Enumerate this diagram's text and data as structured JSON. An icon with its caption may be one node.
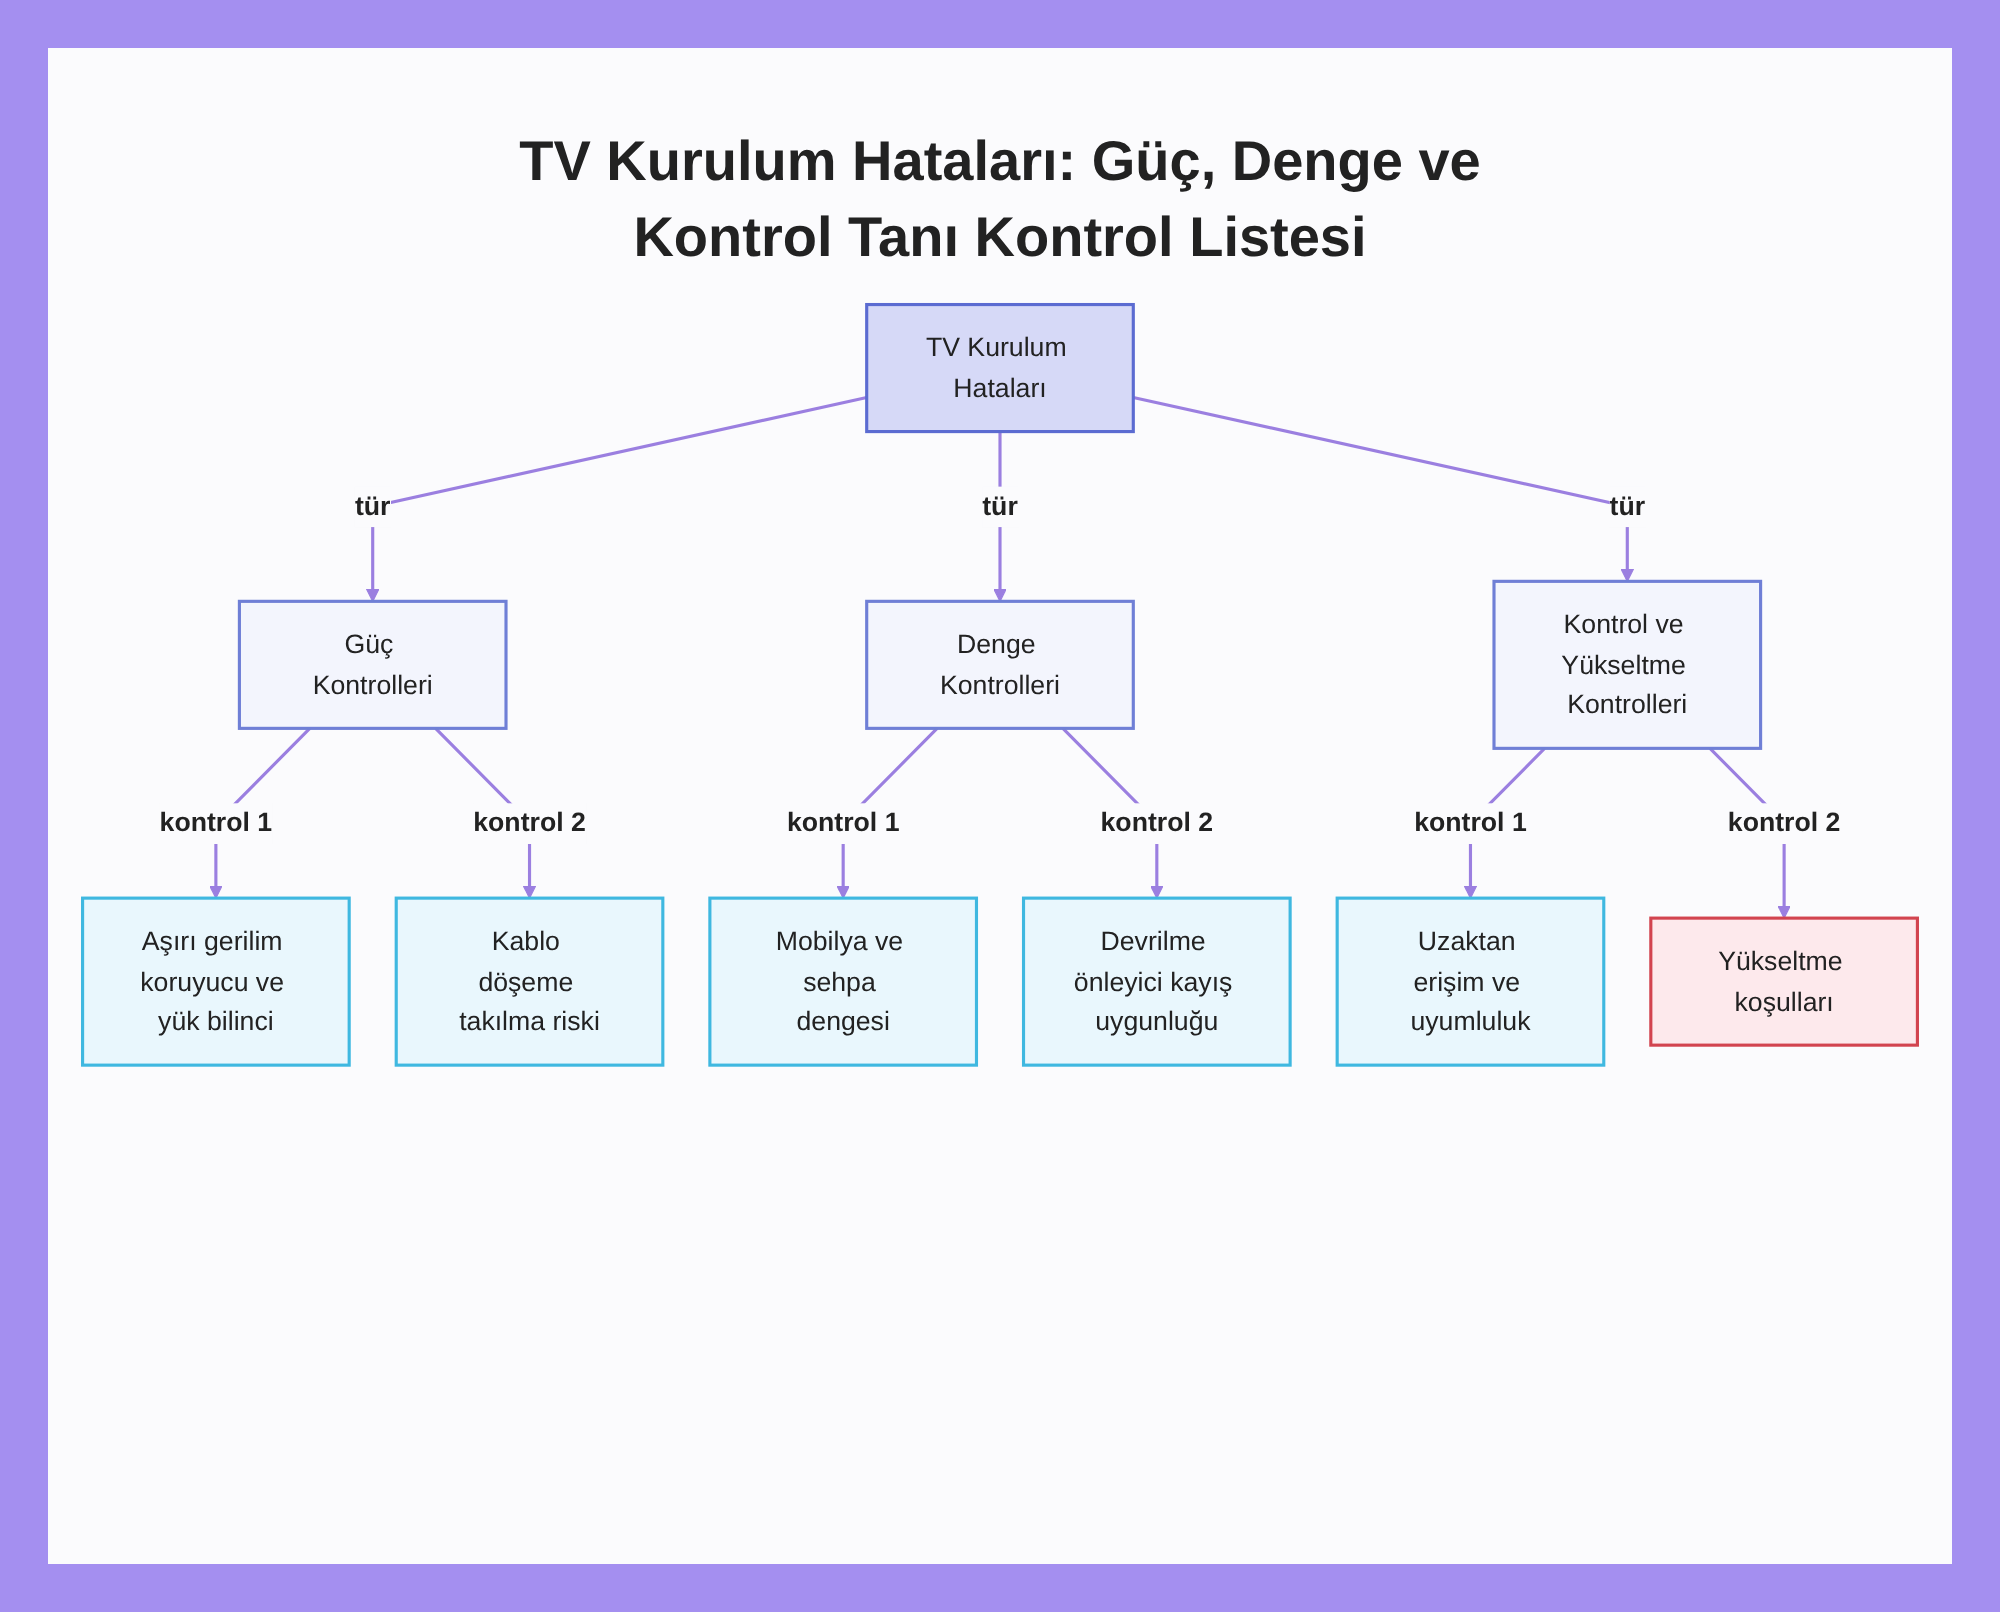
{
  "diagram": {
    "title": "TV Kurulum Hataları: Güç, Denge ve Kontrol Tanı Kontrol Listesi",
    "nodes": [
      {
        "text": [
          "TV Kurulum Hataları"
        ]
      },
      {
        "text": [
          "Güç Kontrolleri"
        ]
      },
      {
        "text": [
          "Denge Kontrolleri"
        ]
      },
      {
        "text": [
          "Kontrol ve Yükseltme Kontrolleri"
        ]
      },
      {
        "text": [
          "Aşırı gerilim koruyucu ve yük bilinci"
        ]
      },
      {
        "text": [
          "Kablo döşeme takılma riski"
        ]
      },
      {
        "text": [
          "Mobilya ve sehpa dengesi"
        ]
      },
      {
        "text": [
          "Devrilme önleyici kayış uygunluğu"
        ]
      },
      {
        "text": [
          "Uzaktan erişim ve uyumluluk"
        ]
      },
      {
        "text": [
          "Yükseltme koşulları"
        ]
      }
    ],
    "edges": [
      {
        "from": 0,
        "to": 1,
        "arrow": "to",
        "label": "tür"
      },
      {
        "from": 0,
        "to": 2,
        "arrow": "to",
        "label": "tür"
      },
      {
        "from": 0,
        "to": 3,
        "arrow": "to",
        "label": "tür"
      },
      {
        "from": 1,
        "to": 4,
        "arrow": "to",
        "label": "kontrol 1"
      },
      {
        "from": 1,
        "to": 5,
        "arrow": "to",
        "label": "kontrol 2"
      },
      {
        "from": 2,
        "to": 6,
        "arrow": "to",
        "label": "kontrol 1"
      },
      {
        "from": 2,
        "to": 7,
        "arrow": "to",
        "label": "kontrol 2"
      },
      {
        "from": 3,
        "to": 8,
        "arrow": "to",
        "label": "kontrol 1"
      },
      {
        "from": 3,
        "to": 9,
        "arrow": "to",
        "label": "kontrol 2"
      }
    ]
  }
}
